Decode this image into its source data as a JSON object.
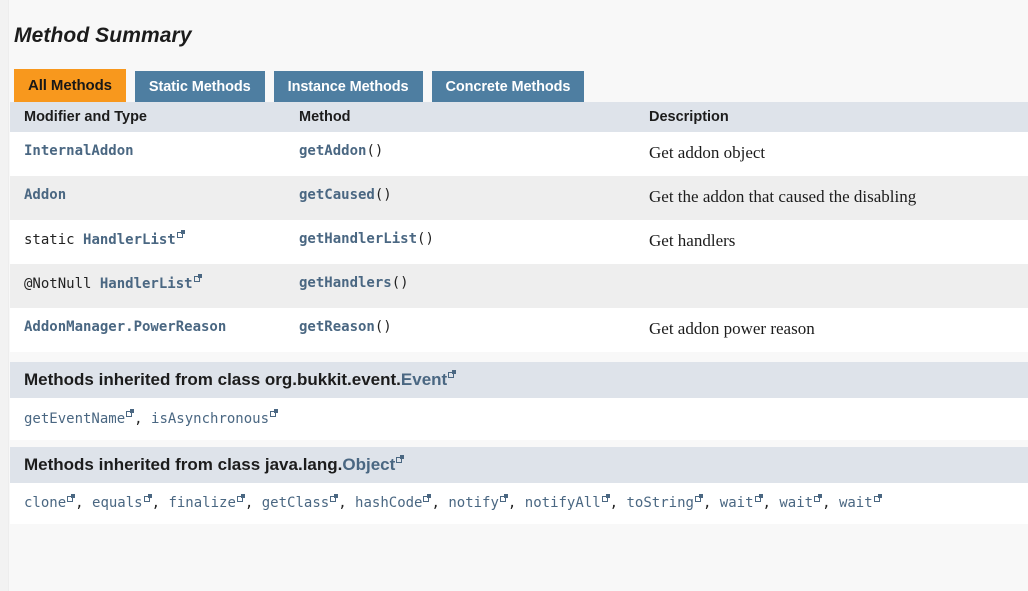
{
  "section": {
    "title": "Method Summary"
  },
  "tabs": [
    {
      "label": "All Methods",
      "active": true
    },
    {
      "label": "Static Methods",
      "active": false
    },
    {
      "label": "Instance Methods",
      "active": false
    },
    {
      "label": "Concrete Methods",
      "active": false
    }
  ],
  "table": {
    "columns": [
      "Modifier and Type",
      "Method",
      "Description"
    ],
    "rows": [
      {
        "modifier_prefix": "",
        "modifier_type": "InternalAddon",
        "modifier_external": false,
        "method": "getAddon",
        "method_parens": "()",
        "description": "Get addon object"
      },
      {
        "modifier_prefix": "",
        "modifier_type": "Addon",
        "modifier_external": false,
        "method": "getCaused",
        "method_parens": "()",
        "description": "Get the addon that caused the disabling"
      },
      {
        "modifier_prefix": "static ",
        "modifier_type": "HandlerList",
        "modifier_external": true,
        "method": "getHandlerList",
        "method_parens": "()",
        "description": "Get handlers"
      },
      {
        "modifier_prefix": "@NotNull ",
        "modifier_type": "HandlerList",
        "modifier_external": true,
        "method": "getHandlers",
        "method_parens": "()",
        "description": ""
      },
      {
        "modifier_prefix": "",
        "modifier_type": "AddonManager.PowerReason",
        "modifier_external": false,
        "method": "getReason",
        "method_parens": "()",
        "description": "Get addon power reason"
      }
    ]
  },
  "inherited": [
    {
      "heading_prefix": "Methods inherited from class org.bukkit.event.",
      "heading_class": "Event",
      "heading_external": true,
      "methods": [
        {
          "name": "getEventName",
          "external": true
        },
        {
          "name": "isAsynchronous",
          "external": true
        }
      ]
    },
    {
      "heading_prefix": "Methods inherited from class java.lang.",
      "heading_class": "Object",
      "heading_external": true,
      "methods": [
        {
          "name": "clone",
          "external": true
        },
        {
          "name": "equals",
          "external": true
        },
        {
          "name": "finalize",
          "external": true
        },
        {
          "name": "getClass",
          "external": true
        },
        {
          "name": "hashCode",
          "external": true
        },
        {
          "name": "notify",
          "external": true
        },
        {
          "name": "notifyAll",
          "external": true
        },
        {
          "name": "toString",
          "external": true
        },
        {
          "name": "wait",
          "external": true
        },
        {
          "name": "wait",
          "external": true
        },
        {
          "name": "wait",
          "external": true
        }
      ]
    }
  ],
  "colors": {
    "tab_active_bg": "#f8981d",
    "tab_inactive_bg": "#4e7ea1",
    "header_bg": "#dee3ea",
    "link": "#4a6782",
    "row_alt_bg": "#eeeeee",
    "page_bg": "#f8f8f8"
  }
}
